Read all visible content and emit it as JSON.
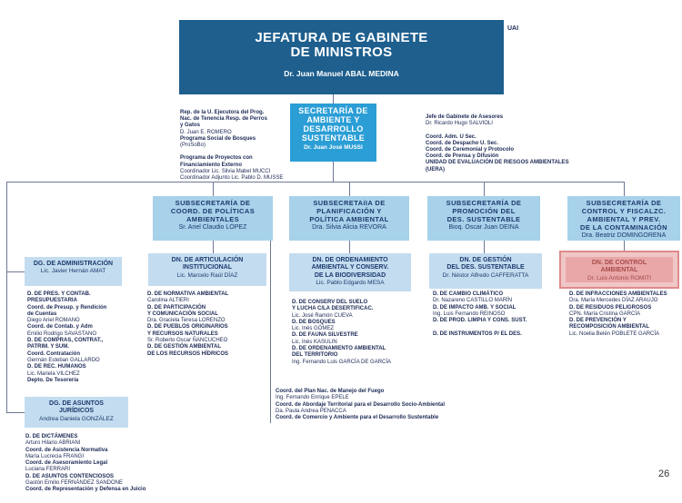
{
  "top": {
    "line1": "JEFATURA DE GABINETE",
    "line2": "DE MINISTROS",
    "name": "Dr. Juan Manuel ABAL MEDINA"
  },
  "uai": "UAI",
  "secretaria": {
    "lines": [
      "SECRETARÍA DE",
      "AMBIENTE Y",
      "DESARROLLO",
      "SUSTENTABLE"
    ],
    "name": "Dr. Juan José MUSSI"
  },
  "left_note": [
    {
      "text": "Rep. de la U. Ejecutora del Prog.",
      "bold": true
    },
    {
      "text": "Nac. de Tenencia Resp. de Perros",
      "bold": true
    },
    {
      "text": "y Gatos",
      "bold": true
    },
    {
      "text": "D. Juan E. ROMERO",
      "bold": false
    },
    {
      "text": "Programa Social de Bosques",
      "bold": true
    },
    {
      "text": "(ProSoBo)",
      "bold": false
    },
    {
      "text": "",
      "bold": false
    },
    {
      "text": "Programa de Proyectos con",
      "bold": true
    },
    {
      "text": "Financiamiento Externo",
      "bold": true
    },
    {
      "text": "Coordinador Lic. Silvia Mabel MUCCI",
      "bold": false
    },
    {
      "text": "Coordinador Adjunto Lic. Pablo D. MUSSE",
      "bold": false
    }
  ],
  "right_note": [
    {
      "text": "Jefe de Gabinete de Asesores",
      "bold": true
    },
    {
      "text": "Dr. Ricardo Hugo SALVIOLI",
      "bold": false
    },
    {
      "text": "",
      "bold": false
    },
    {
      "text": "Coord. Adm. U Sec.",
      "bold": true
    },
    {
      "text": "Coord. de Despacho U. Sec.",
      "bold": true
    },
    {
      "text": "Coord. de Ceremonial y Protocolo",
      "bold": true
    },
    {
      "text": "Coord. de Prensa y Difusión",
      "bold": true
    },
    {
      "text": "UNIDAD DE EVALUACIÓN DE RIESGOS AMBIENTALES (UERA)",
      "bold": true
    }
  ],
  "subsecretarias": [
    {
      "lines": [
        "SUBSECRETARÍA DE",
        "COORD. DE POLÍTICAS",
        "AMBIENTALES"
      ],
      "name": "Sr. Ariel Claudio LÓPEZ"
    },
    {
      "lines": [
        "SUBSECRETAíIA DE",
        "PLANIFICACIÓN  Y",
        "POLÍTICA AMBIENTAL"
      ],
      "name": "Dra. Silvia Alicia REVORA"
    },
    {
      "lines": [
        "SUBSECRETARÍA DE",
        "PROMOCIÓN DEL",
        "DES. SUSTENTABLE"
      ],
      "name": "Bioq. Oscar Juan DEINA"
    },
    {
      "lines": [
        "SUBSECRETARÍA DE",
        "CONTROL Y FISCALZC.",
        "AMBIENTAL Y PREV.",
        "DE LA CONTAMINACIÓN"
      ],
      "name": "Dra. Beatriz DOMINGORENA"
    }
  ],
  "dg_admin": {
    "lines": [
      "DG. DE ADMINISTRACIÓN"
    ],
    "name": "Lic. Javier Hernán AMAT"
  },
  "dg_juridicos": {
    "lines": [
      "DG. DE ASUNTOS",
      "JURÍDICOS"
    ],
    "name": "Andrea Daniela GONZÁLEZ"
  },
  "dn_articulacion": {
    "lines": [
      "DN. DE ARTICULACIÓN",
      "INSTITUCIONAL"
    ],
    "name": "Lic. Marcelo Raúl DÍAZ"
  },
  "dn_ordenamiento": {
    "lines": [
      "DN. DE ORDENAMIENTO",
      "AMBIENTAL Y CONSERV.",
      "DE LA BIODIVERSIDAD"
    ],
    "name": "Lic. Pablo Edgardo MESA"
  },
  "dn_gestion": {
    "lines": [
      "DN. DE GESTIÓN",
      "DEL DES. SUSTENTABLE"
    ],
    "name": "Dr. Néstor Alfredo CAFFERATTA"
  },
  "dn_control": {
    "lines": [
      "DN. DE CONTROL",
      "AMBIENTAL"
    ],
    "name": "Dr. Luis Antonio ROMITI"
  },
  "list_admin": [
    {
      "text": "D. DE PRES. Y CONTAB.",
      "bold": true
    },
    {
      "text": "PRESUPUESTARIA",
      "bold": true
    },
    {
      "text": "Coord. de Presup. y Rendición",
      "bold": true
    },
    {
      "text": "de Cuentas",
      "bold": true
    },
    {
      "text": "Diego Ariel ROMANO",
      "bold": false
    },
    {
      "text": "Coord. de Contab. y Adm",
      "bold": true
    },
    {
      "text": "Emilio Rodrigo SAVASTANO",
      "bold": false
    },
    {
      "text": "D. DE COMPRAS, CONTRAT.,",
      "bold": true
    },
    {
      "text": "PATRIM. Y SUM.",
      "bold": true
    },
    {
      "text": "Coord. Contratación",
      "bold": true
    },
    {
      "text": "Germán Esteban GALLARDO",
      "bold": false
    },
    {
      "text": "D. DE REC. HUMANOS",
      "bold": true
    },
    {
      "text": "Lic. Mariela VILCHEZ",
      "bold": false
    },
    {
      "text": "Depto. De Tesorería",
      "bold": true
    }
  ],
  "list_juridicos": [
    {
      "text": "D. DE DICTÁMENES",
      "bold": true
    },
    {
      "text": "Arturo Hilario ABRIANI",
      "bold": false
    },
    {
      "text": "Coord. de Asistencia Normativa",
      "bold": true
    },
    {
      "text": "María Lucrecia FRANGI",
      "bold": false
    },
    {
      "text": "Coord. de Asesoramiento Legal",
      "bold": true
    },
    {
      "text": "Luciana FERRARI",
      "bold": false
    },
    {
      "text": "D. DE ASUNTOS CONTENCIOSOS",
      "bold": true
    },
    {
      "text": "Gastón Emilio FERNÁNDEZ SANDONE",
      "bold": false
    },
    {
      "text": "Coord. de Representación y Defensa en Juicio",
      "bold": true
    }
  ],
  "list_articulacion": [
    {
      "text": "D. DE NORMATIVA AMBIENTAL",
      "bold": true
    },
    {
      "text": "Carolina ALTIERI",
      "bold": false
    },
    {
      "text": "D. DE PARTICIPACIÓN",
      "bold": true
    },
    {
      "text": "Y COMUNICACIÓN SOCIAL",
      "bold": true
    },
    {
      "text": "Dra. Graciela Teresa LORENZO",
      "bold": false
    },
    {
      "text": "D. DE PUEBLOS ORIGINARIOS",
      "bold": true
    },
    {
      "text": "Y RECURSOS NATURALES",
      "bold": true
    },
    {
      "text": "Sr. Roberto Oscar ÑANCUCHEO",
      "bold": false
    },
    {
      "text": "D. DE GESTIÓN AMBIENTAL",
      "bold": true
    },
    {
      "text": "DE LOS RECURSOS HÍDRICOS",
      "bold": true
    }
  ],
  "list_ordenamiento": [
    {
      "text": "D. DE CONSERV DEL SUELO",
      "bold": true
    },
    {
      "text": "Y LUCHA C/LA DESERTIFICAC.",
      "bold": true
    },
    {
      "text": "Lic. José Ramón CUEVA",
      "bold": false
    },
    {
      "text": "D. DE BOSQUES",
      "bold": true
    },
    {
      "text": "Lic. Inés GÓMEZ",
      "bold": false
    },
    {
      "text": "D. DE FAUNA SILVESTRE",
      "bold": true
    },
    {
      "text": "Lic. Inés KASULIN",
      "bold": false
    },
    {
      "text": "D. DE ORDENAMIENTO AMBIENTAL",
      "bold": true
    },
    {
      "text": "DEL TERRITORIO",
      "bold": true
    },
    {
      "text": "Ing. Fernando Luis GARCÍA DE GARCÍA",
      "bold": false
    }
  ],
  "list_ordenamiento_coord": [
    {
      "text": "Coord. del Plan Nac. de Manejo del Fuego",
      "bold": true
    },
    {
      "text": "Ing. Fernando Enrique EPELE",
      "bold": false
    },
    {
      "text": "Coord. de Abordaje Territorial para el Desarrollo Socio-Ambiental",
      "bold": true
    },
    {
      "text": "Da. Paula Andrea PENACCA",
      "bold": false
    },
    {
      "text": "Coord. de Comercio y Ambiente para el Desarrollo Sustentable",
      "bold": true
    }
  ],
  "list_gestion": [
    {
      "text": "D. DE CAMBIO CLIMÁTICO",
      "bold": true
    },
    {
      "text": "Dr. Nazareno CASTILLO MARÍN",
      "bold": false
    },
    {
      "text": "D. DE IMPACTO AMB. Y SOCIAL",
      "bold": true
    },
    {
      "text": "Ing. Luis Fernando REINOSO",
      "bold": false
    },
    {
      "text": "D. DE PROD. LIMPIA Y CONS. SUST.",
      "bold": true
    },
    {
      "text": "",
      "bold": false
    },
    {
      "text": "D. DE INSTRUMENTOS P/ EL DES.",
      "bold": true
    }
  ],
  "list_control": [
    {
      "text": "D. DE INFRACCIONES AMBIENTALES",
      "bold": true
    },
    {
      "text": "Dra. María Mercedes DÍAZ ARAUJO",
      "bold": false
    },
    {
      "text": "D. DE RESIDUOS PELIGROSOS",
      "bold": true
    },
    {
      "text": "CPN. María Cristina GARCÍA",
      "bold": false
    },
    {
      "text": "D. DE PREVENCIÓN Y",
      "bold": true
    },
    {
      "text": "RECOMPOSICIÓN AMBIENTAL",
      "bold": true
    },
    {
      "text": "Lic. Noelia Belén POBLETE GARCÍA",
      "bold": false
    }
  ],
  "page_number": "26"
}
